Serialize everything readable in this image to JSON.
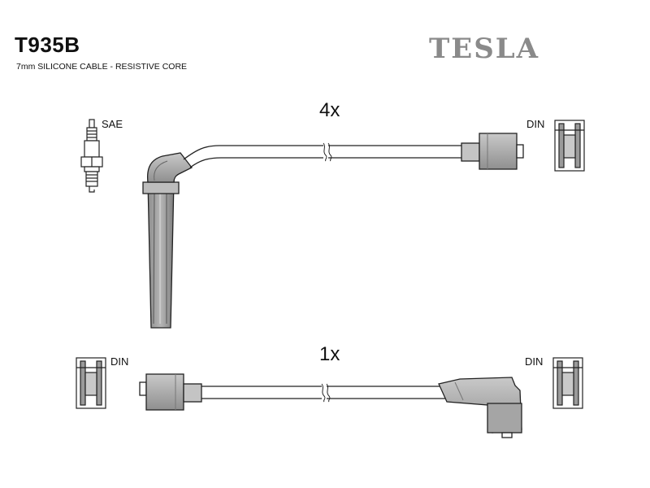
{
  "header": {
    "product_code": "T935B",
    "subtitle": "7mm SILICONE CABLE - RESISTIVE CORE",
    "brand": "TESLA"
  },
  "set_top": {
    "quantity": "4x",
    "left_label": "SAE",
    "right_label": "DIN"
  },
  "set_bottom": {
    "quantity": "1x",
    "left_label": "DIN",
    "right_label": "DIN"
  },
  "colors": {
    "line": "#222222",
    "fill_dark": "#9a9a9a",
    "fill_light": "#d6d6d6",
    "brand": "#8a8a8a"
  }
}
